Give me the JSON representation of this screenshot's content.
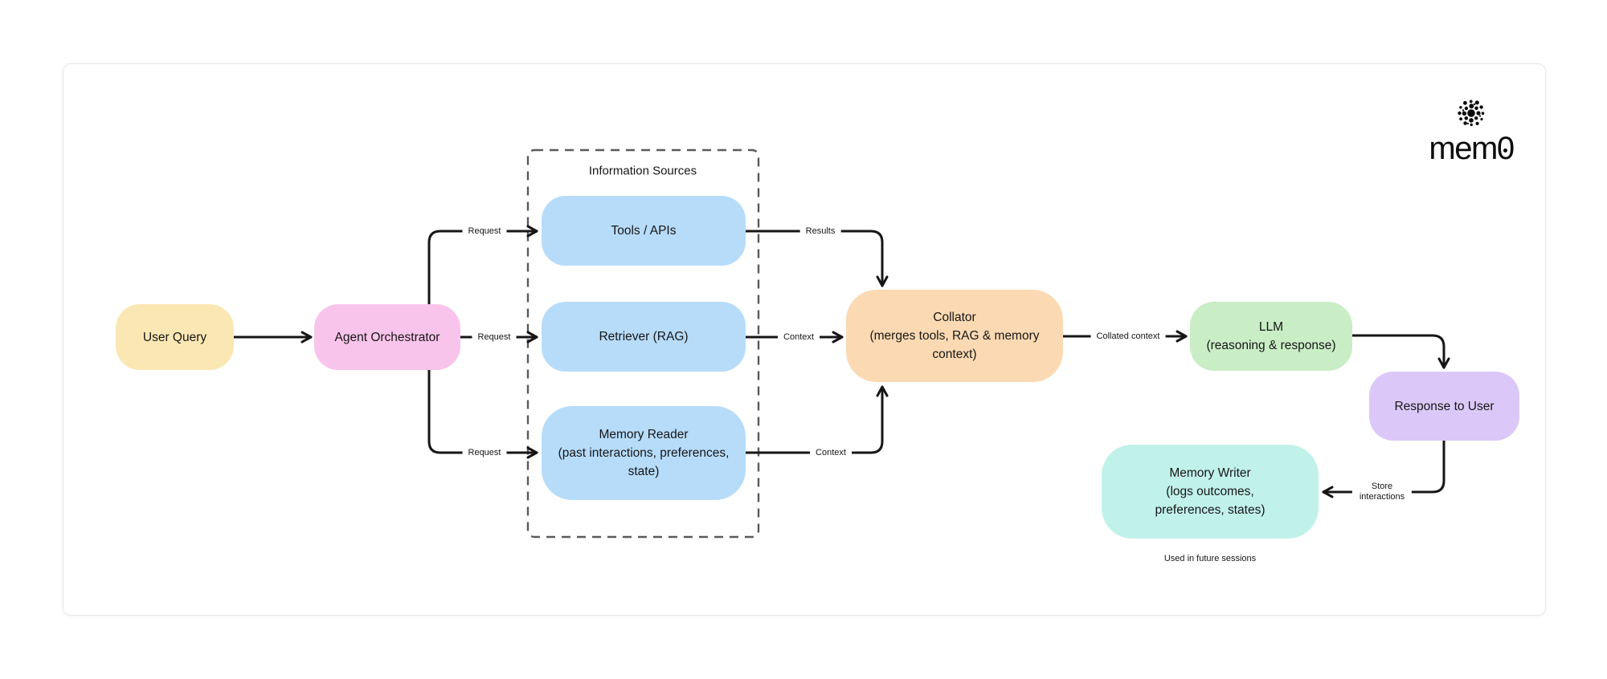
{
  "logo": {
    "wordmark_prefix": "mem",
    "wordmark_zero": "0",
    "icon": "dots-cluster-icon",
    "color": "#0b0b0b"
  },
  "group": {
    "label": "Information Sources",
    "border_color": "#5a5a5a"
  },
  "connector_color": "#161616",
  "nodes": {
    "user_query": {
      "label": "User Query",
      "color": "#FBE7B3"
    },
    "agent_orchestrator": {
      "label": "Agent Orchestrator",
      "color": "#F9C4EB"
    },
    "tools_apis": {
      "label": "Tools / APIs",
      "color": "#B7DCFA"
    },
    "retriever": {
      "label": "Retriever (RAG)",
      "color": "#B7DCFA"
    },
    "memory_reader": {
      "lines": [
        "Memory Reader",
        "(past interactions, preferences,",
        "state)"
      ],
      "color": "#B7DCFA"
    },
    "collator": {
      "lines": [
        "Collator",
        "(merges tools, RAG & memory",
        "context)"
      ],
      "color": "#FBD9B2"
    },
    "llm": {
      "lines": [
        "LLM",
        "(reasoning & response)"
      ],
      "color": "#C9EDC5"
    },
    "response_to_user": {
      "label": "Response to User",
      "color": "#DCC8F8"
    },
    "memory_writer": {
      "lines": [
        "Memory Writer",
        "(logs outcomes,",
        "preferences, states)"
      ],
      "color": "#C1F2EA"
    }
  },
  "edge_labels": {
    "request_tools": "Request",
    "request_retriever": "Request",
    "request_memory": "Request",
    "results": "Results",
    "context_rag": "Context",
    "context_memory": "Context",
    "collated_context": "Collated context",
    "store_line1": "Store",
    "store_line2": "interactions"
  },
  "footnote": "Used in future sessions"
}
